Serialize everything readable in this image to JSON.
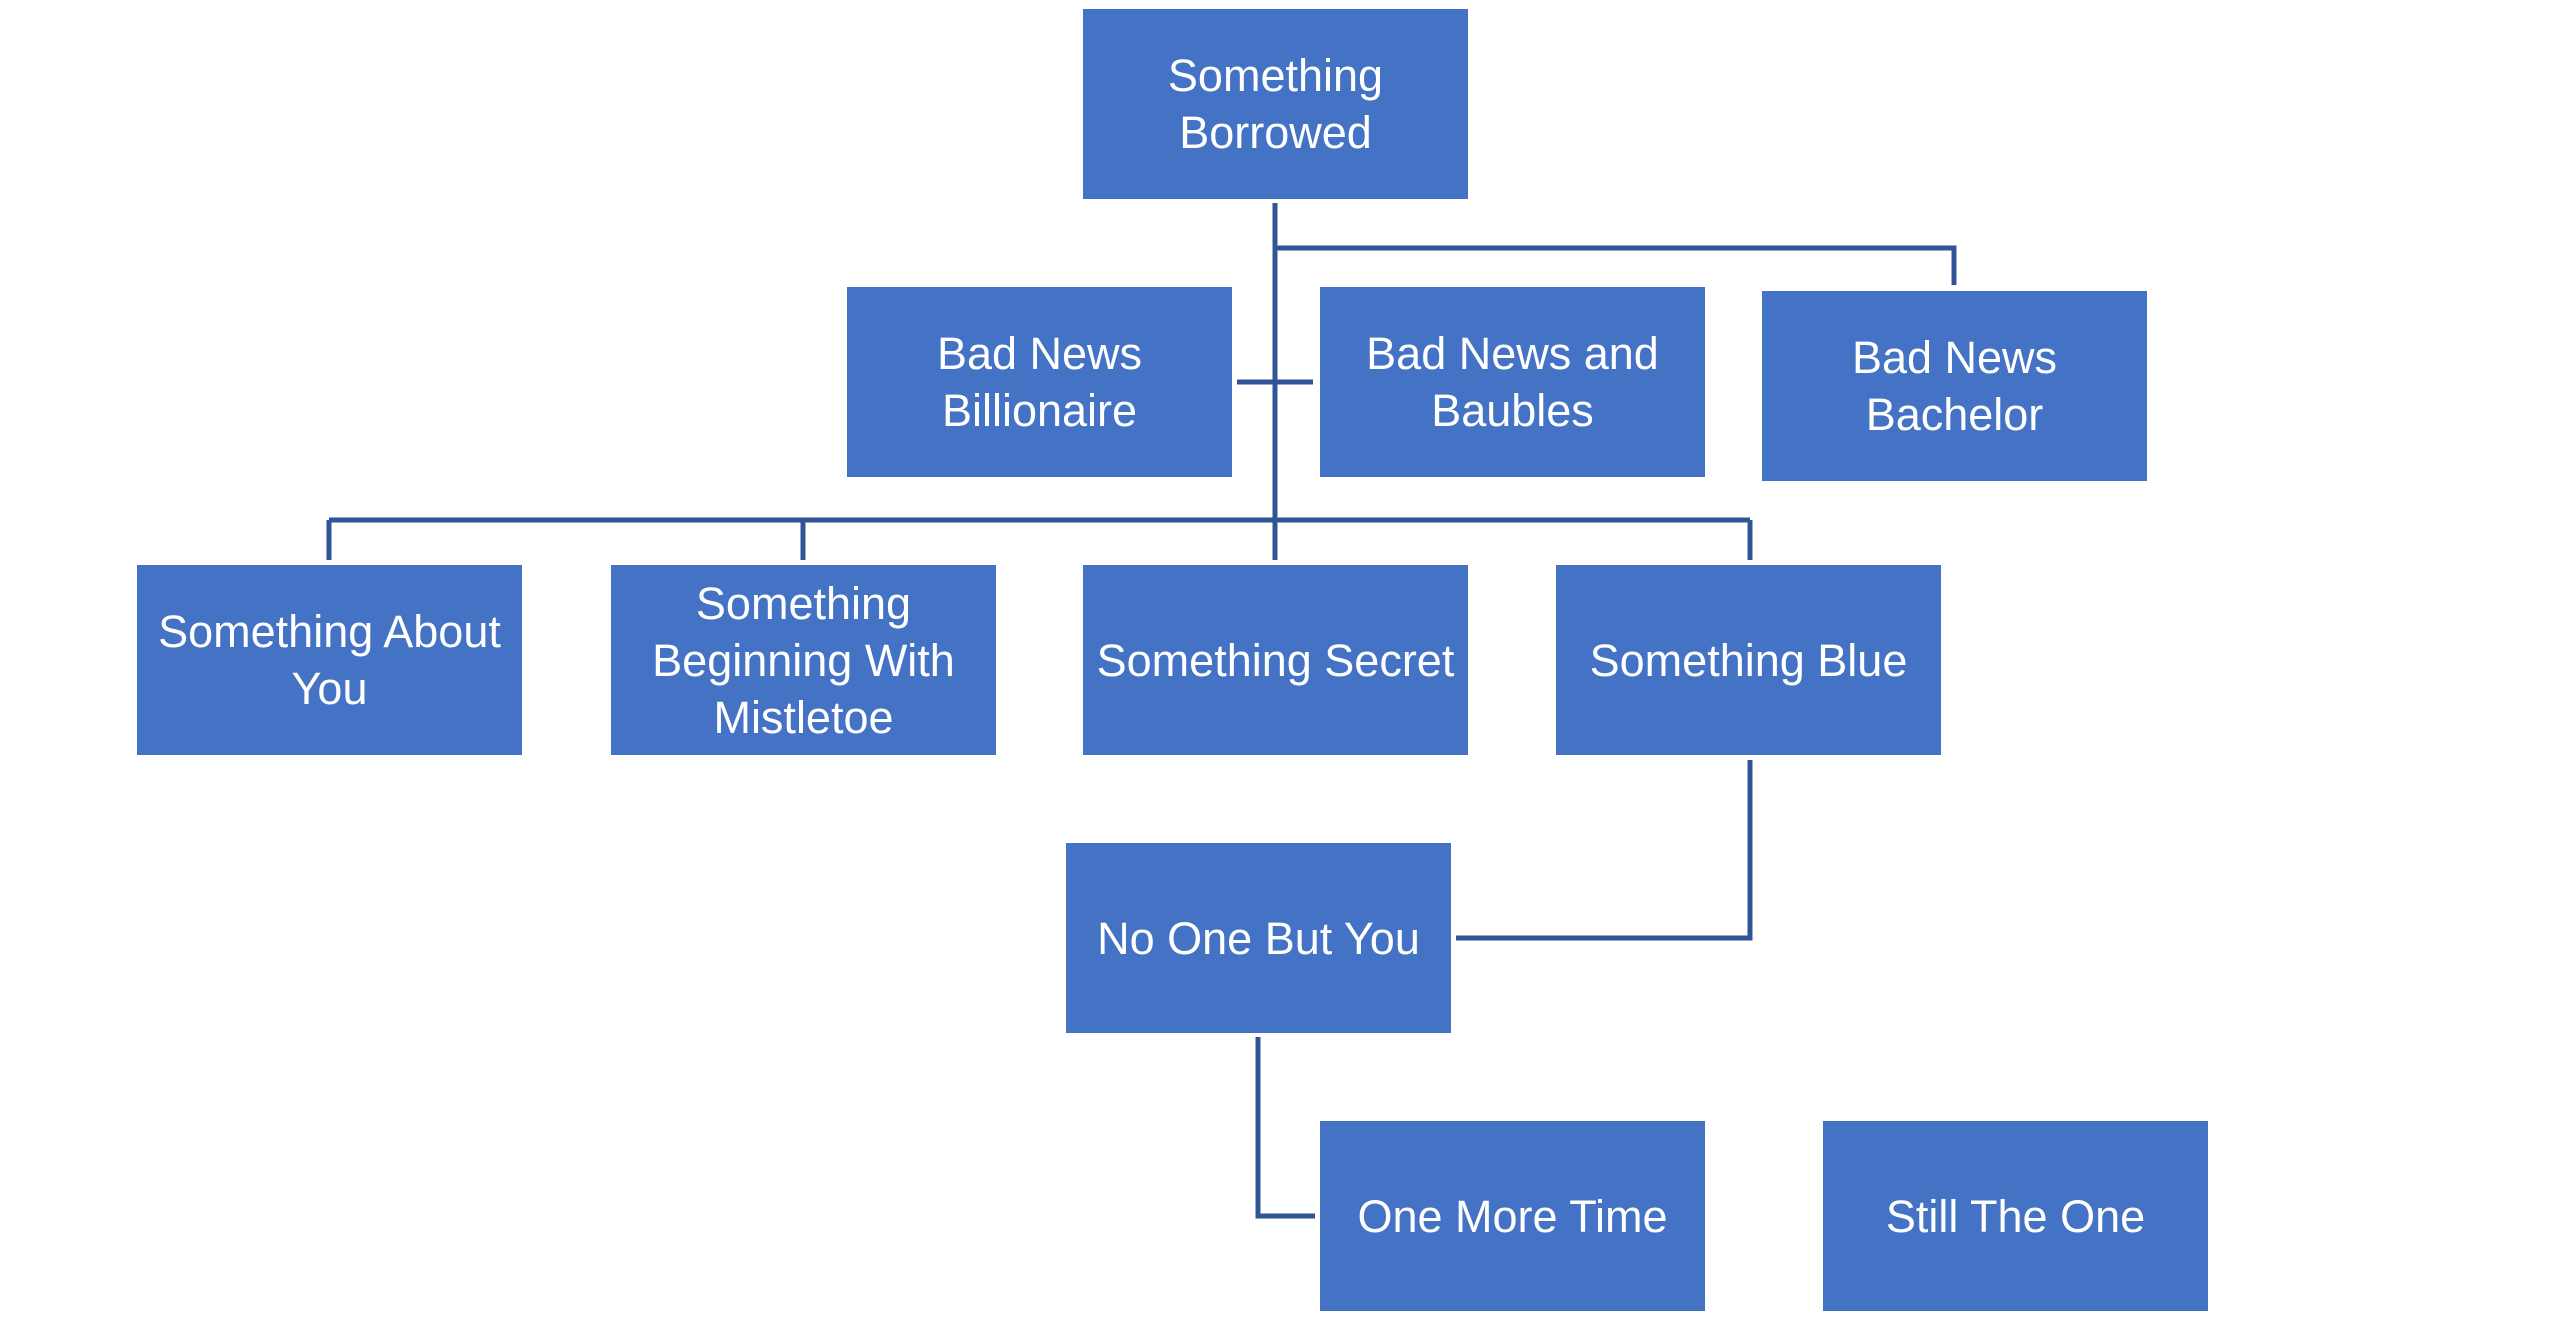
{
  "colors": {
    "node_fill": "#4472c4",
    "node_text": "#ffffff",
    "connector": "#2f5597",
    "background": "#ffffff"
  },
  "nodes": {
    "something_borrowed": "Something Borrowed",
    "bad_news_billionaire": "Bad News Billionaire",
    "bad_news_and_baubles": "Bad News and Baubles",
    "bad_news_bachelor": "Bad News Bachelor",
    "something_about_you": "Something About You",
    "something_beginning_with_mistletoe": "Something Beginning With Mistletoe",
    "something_secret": "Something Secret",
    "something_blue": "Something Blue",
    "no_one_but_you": "No One But You",
    "one_more_time": "One More Time",
    "still_the_one": "Still The One"
  },
  "edges": [
    [
      "something_borrowed",
      "bad_news_billionaire"
    ],
    [
      "something_borrowed",
      "bad_news_and_baubles"
    ],
    [
      "something_borrowed",
      "bad_news_bachelor"
    ],
    [
      "something_borrowed",
      "something_about_you"
    ],
    [
      "something_borrowed",
      "something_beginning_with_mistletoe"
    ],
    [
      "something_borrowed",
      "something_secret"
    ],
    [
      "something_borrowed",
      "something_blue"
    ],
    [
      "something_blue",
      "no_one_but_you"
    ],
    [
      "no_one_but_you",
      "one_more_time"
    ]
  ]
}
